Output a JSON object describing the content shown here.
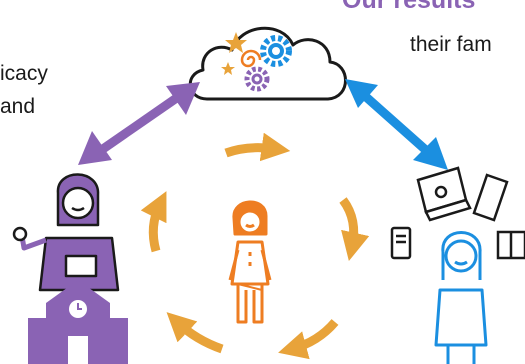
{
  "texts": {
    "title": "Our results",
    "subtitle": "their fam",
    "left_line1": "icacy",
    "left_line2": "and"
  },
  "colors": {
    "purple": "#8a63b4",
    "blue": "#1b8fe0",
    "orange": "#e8a33a",
    "girl_orange": "#ee7d22",
    "dark": "#1a1a1a"
  },
  "icons": [
    "cloud-icon",
    "gear-icon",
    "star-icon",
    "swirl-icon",
    "teacher-icon",
    "school-icon",
    "child-icon",
    "student-icon",
    "laptop-icon",
    "tablet-icon",
    "phone-icon",
    "book-icon"
  ]
}
